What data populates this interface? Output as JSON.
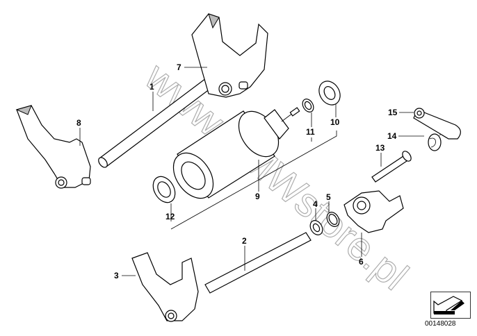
{
  "diagram": {
    "watermark": "www.BMWstore.pl",
    "diagram_number": "00148028",
    "labels": {
      "p1": "1",
      "p2": "2",
      "p3": "3",
      "p4": "4",
      "p5": "5",
      "p6": "6",
      "p7": "7",
      "p8": "8",
      "p9": "9",
      "p10": "10",
      "p11": "11",
      "p12": "12",
      "p13": "13",
      "p14": "14",
      "p15": "15"
    },
    "icons": {
      "navigation": "arrow-down-left-icon"
    }
  }
}
